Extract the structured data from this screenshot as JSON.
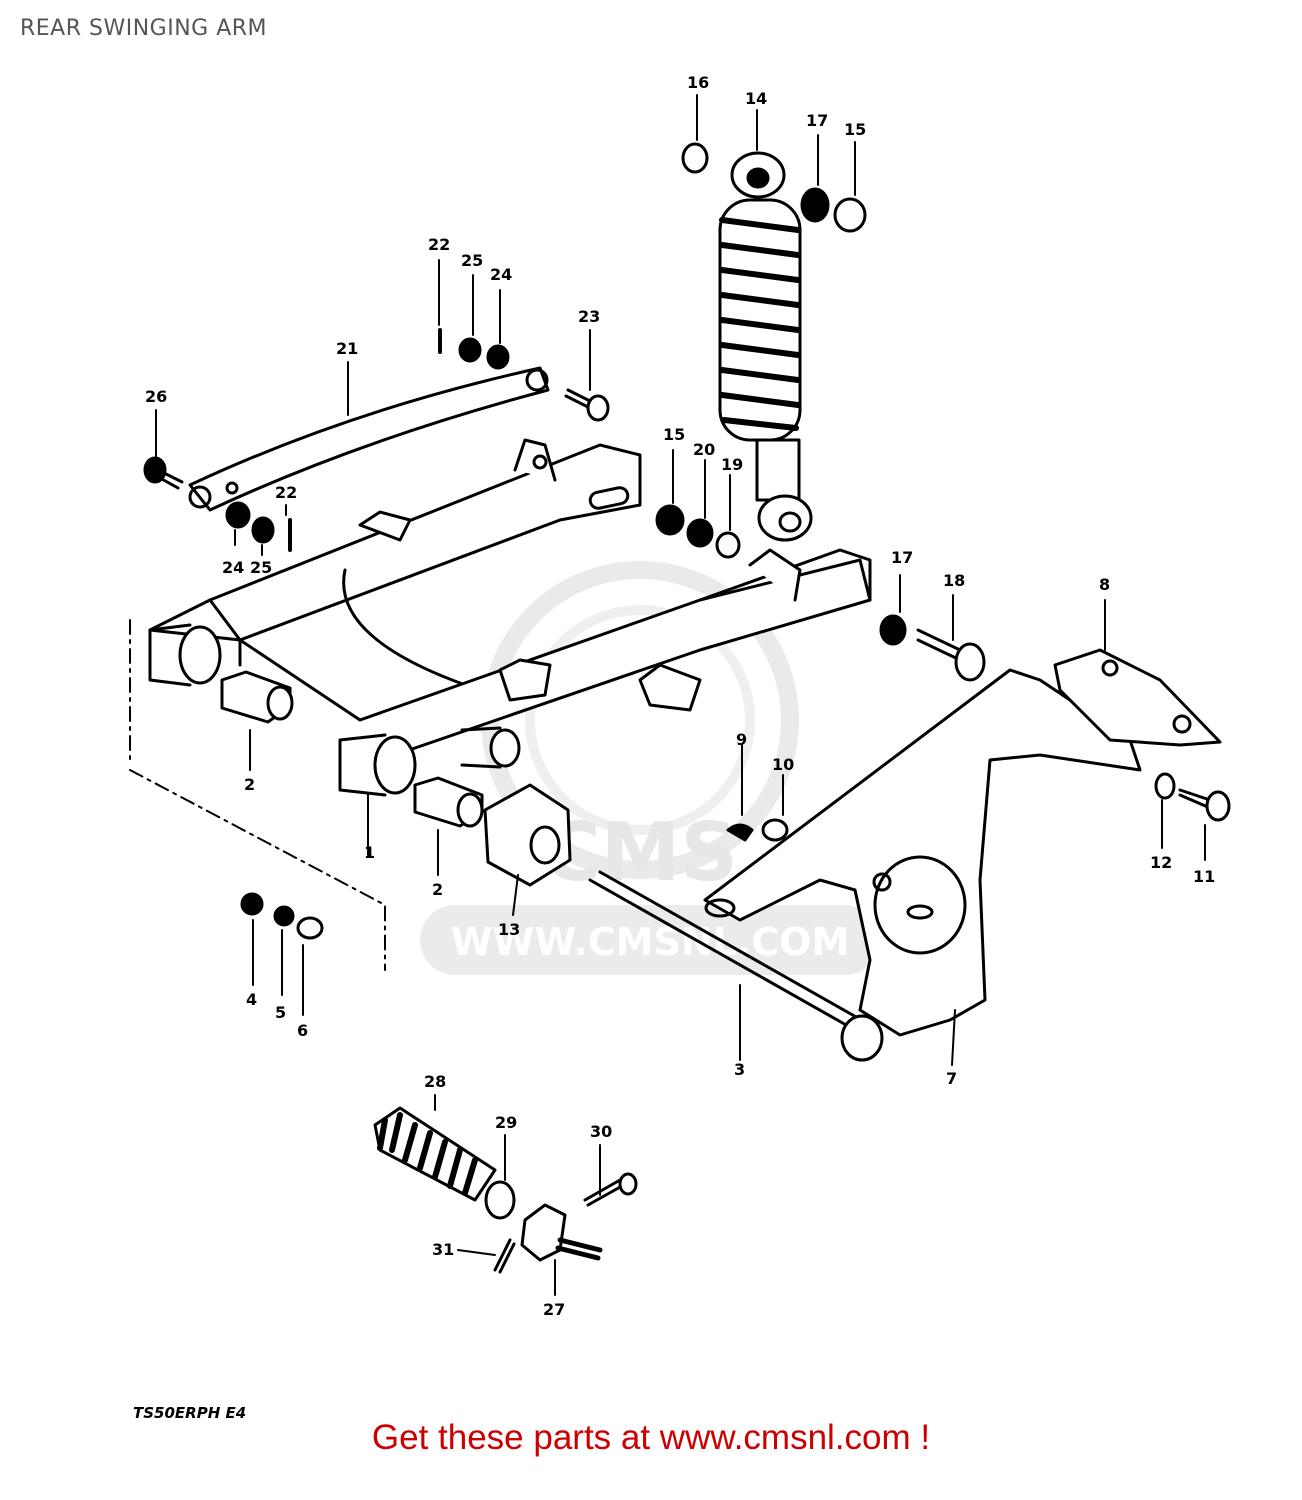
{
  "header": {
    "title": "REAR SWINGING ARM"
  },
  "diagram": {
    "model_code": "TS50ERPH E4",
    "watermark_text": "WWW.CMSNL.COM",
    "watermark_logo": "CMS",
    "callouts": [
      {
        "n": "1"
      },
      {
        "n": "2"
      },
      {
        "n": "2"
      },
      {
        "n": "3"
      },
      {
        "n": "4"
      },
      {
        "n": "5"
      },
      {
        "n": "6"
      },
      {
        "n": "7"
      },
      {
        "n": "8"
      },
      {
        "n": "9"
      },
      {
        "n": "10"
      },
      {
        "n": "11"
      },
      {
        "n": "12"
      },
      {
        "n": "13"
      },
      {
        "n": "14"
      },
      {
        "n": "15"
      },
      {
        "n": "15"
      },
      {
        "n": "16"
      },
      {
        "n": "17"
      },
      {
        "n": "17"
      },
      {
        "n": "18"
      },
      {
        "n": "19"
      },
      {
        "n": "20"
      },
      {
        "n": "21"
      },
      {
        "n": "22"
      },
      {
        "n": "22"
      },
      {
        "n": "23"
      },
      {
        "n": "24"
      },
      {
        "n": "24"
      },
      {
        "n": "25"
      },
      {
        "n": "25"
      },
      {
        "n": "26"
      },
      {
        "n": "27"
      },
      {
        "n": "28"
      },
      {
        "n": "29"
      },
      {
        "n": "30"
      },
      {
        "n": "31"
      }
    ]
  },
  "footer": {
    "text": "Get these parts at www.cmsnl.com !"
  },
  "colors": {
    "footer": "#cc0000",
    "title": "#555555",
    "line": "#000000",
    "watermark": "#d9d9d9"
  }
}
